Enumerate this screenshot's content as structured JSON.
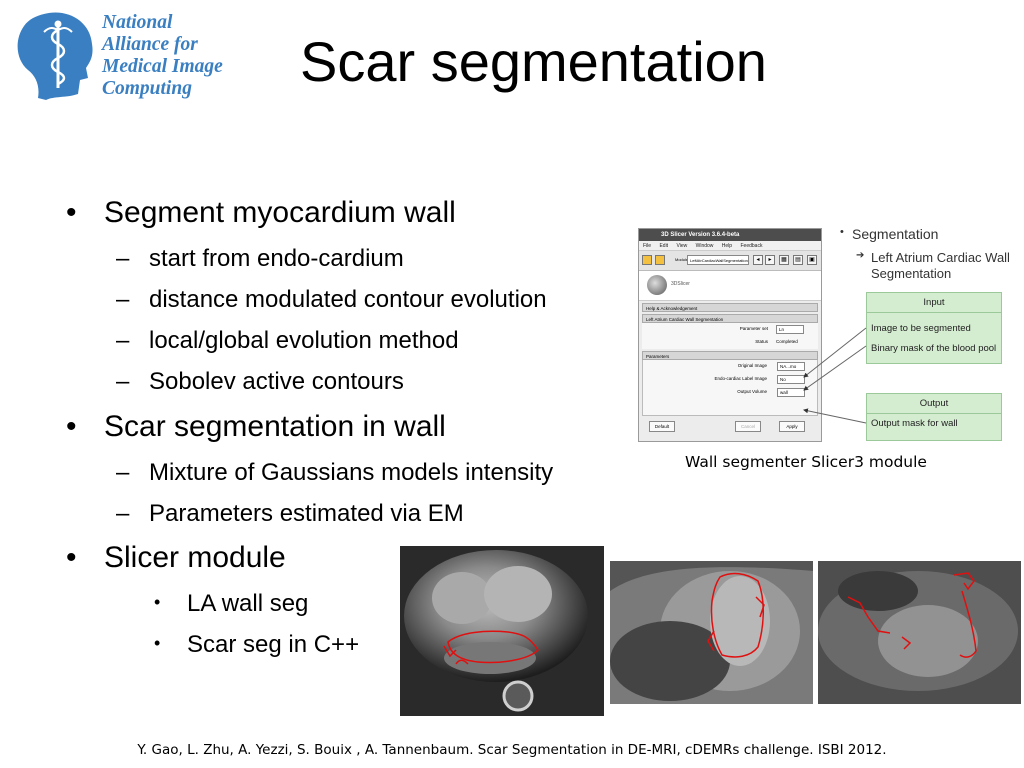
{
  "logo": {
    "lines": [
      "National",
      "Alliance for",
      "Medical Image",
      "Computing"
    ],
    "icon": "caduceus-head-icon",
    "brand_color": "#3a7fc1"
  },
  "title": "Scar segmentation",
  "bullets": {
    "item1": "Segment myocardium wall",
    "item1_sub": [
      "start from endo-cardium",
      "distance modulated contour evolution",
      "local/global evolution method",
      "Sobolev active contours"
    ],
    "item2": "Scar segmentation in wall",
    "item2_sub": [
      "Mixture of Gaussians models intensity",
      "Parameters estimated via EM"
    ],
    "item3": "Slicer module",
    "item3_sub": [
      "LA wall seg",
      "Scar seg in C++"
    ],
    "bullet_char": "•",
    "dash_char": "–"
  },
  "slicer": {
    "window_title": "3D Slicer Version 3.6.4-beta",
    "menu": [
      "File",
      "Edit",
      "View",
      "Window",
      "Help",
      "Feedback"
    ],
    "modules_label": "Modules:",
    "module_value": "LeftAtrCardiacWallSegmentation",
    "brand": "3DSlicer",
    "sec_help": "Help & Acknowledgement",
    "sec_module": "Left Atrium Cardiac Wall Segmentation",
    "param_set_label": "Parameter set",
    "param_set_value": "Ln",
    "status_label": "Status",
    "status_value": "Completed",
    "sec_params": "Parameters",
    "orig_image_label": "Original Image",
    "orig_image_value": "NA...mo",
    "endo_label": "Endo-cardiac Label Image",
    "endo_value": "No",
    "output_label": "Output Volume",
    "output_value": "wall",
    "btn_default": "Default",
    "btn_cancel": "Cancel",
    "btn_apply": "Apply"
  },
  "panel": {
    "segmentation": "Segmentation",
    "module_name": "Left Atrium Cardiac Wall Segmentation",
    "bullet_char": "•",
    "arrow_char": "➔",
    "input_header": "Input",
    "input_items": [
      "Image to be segmented",
      "Binary mask of the blood pool"
    ],
    "output_header": "Output",
    "output_items": [
      "Output mask for wall"
    ]
  },
  "caption": "Wall segmenter Slicer3 module",
  "footer": "Y. Gao, L. Zhu, A. Yezzi, S. Bouix , A. Tannenbaum. Scar Segmentation in DE-MRI, cDEMRs challenge. ISBI 2012.",
  "colors": {
    "scar_outline": "#e01010",
    "box_fill": "#d4ecd0",
    "box_border": "#9cc99a"
  }
}
